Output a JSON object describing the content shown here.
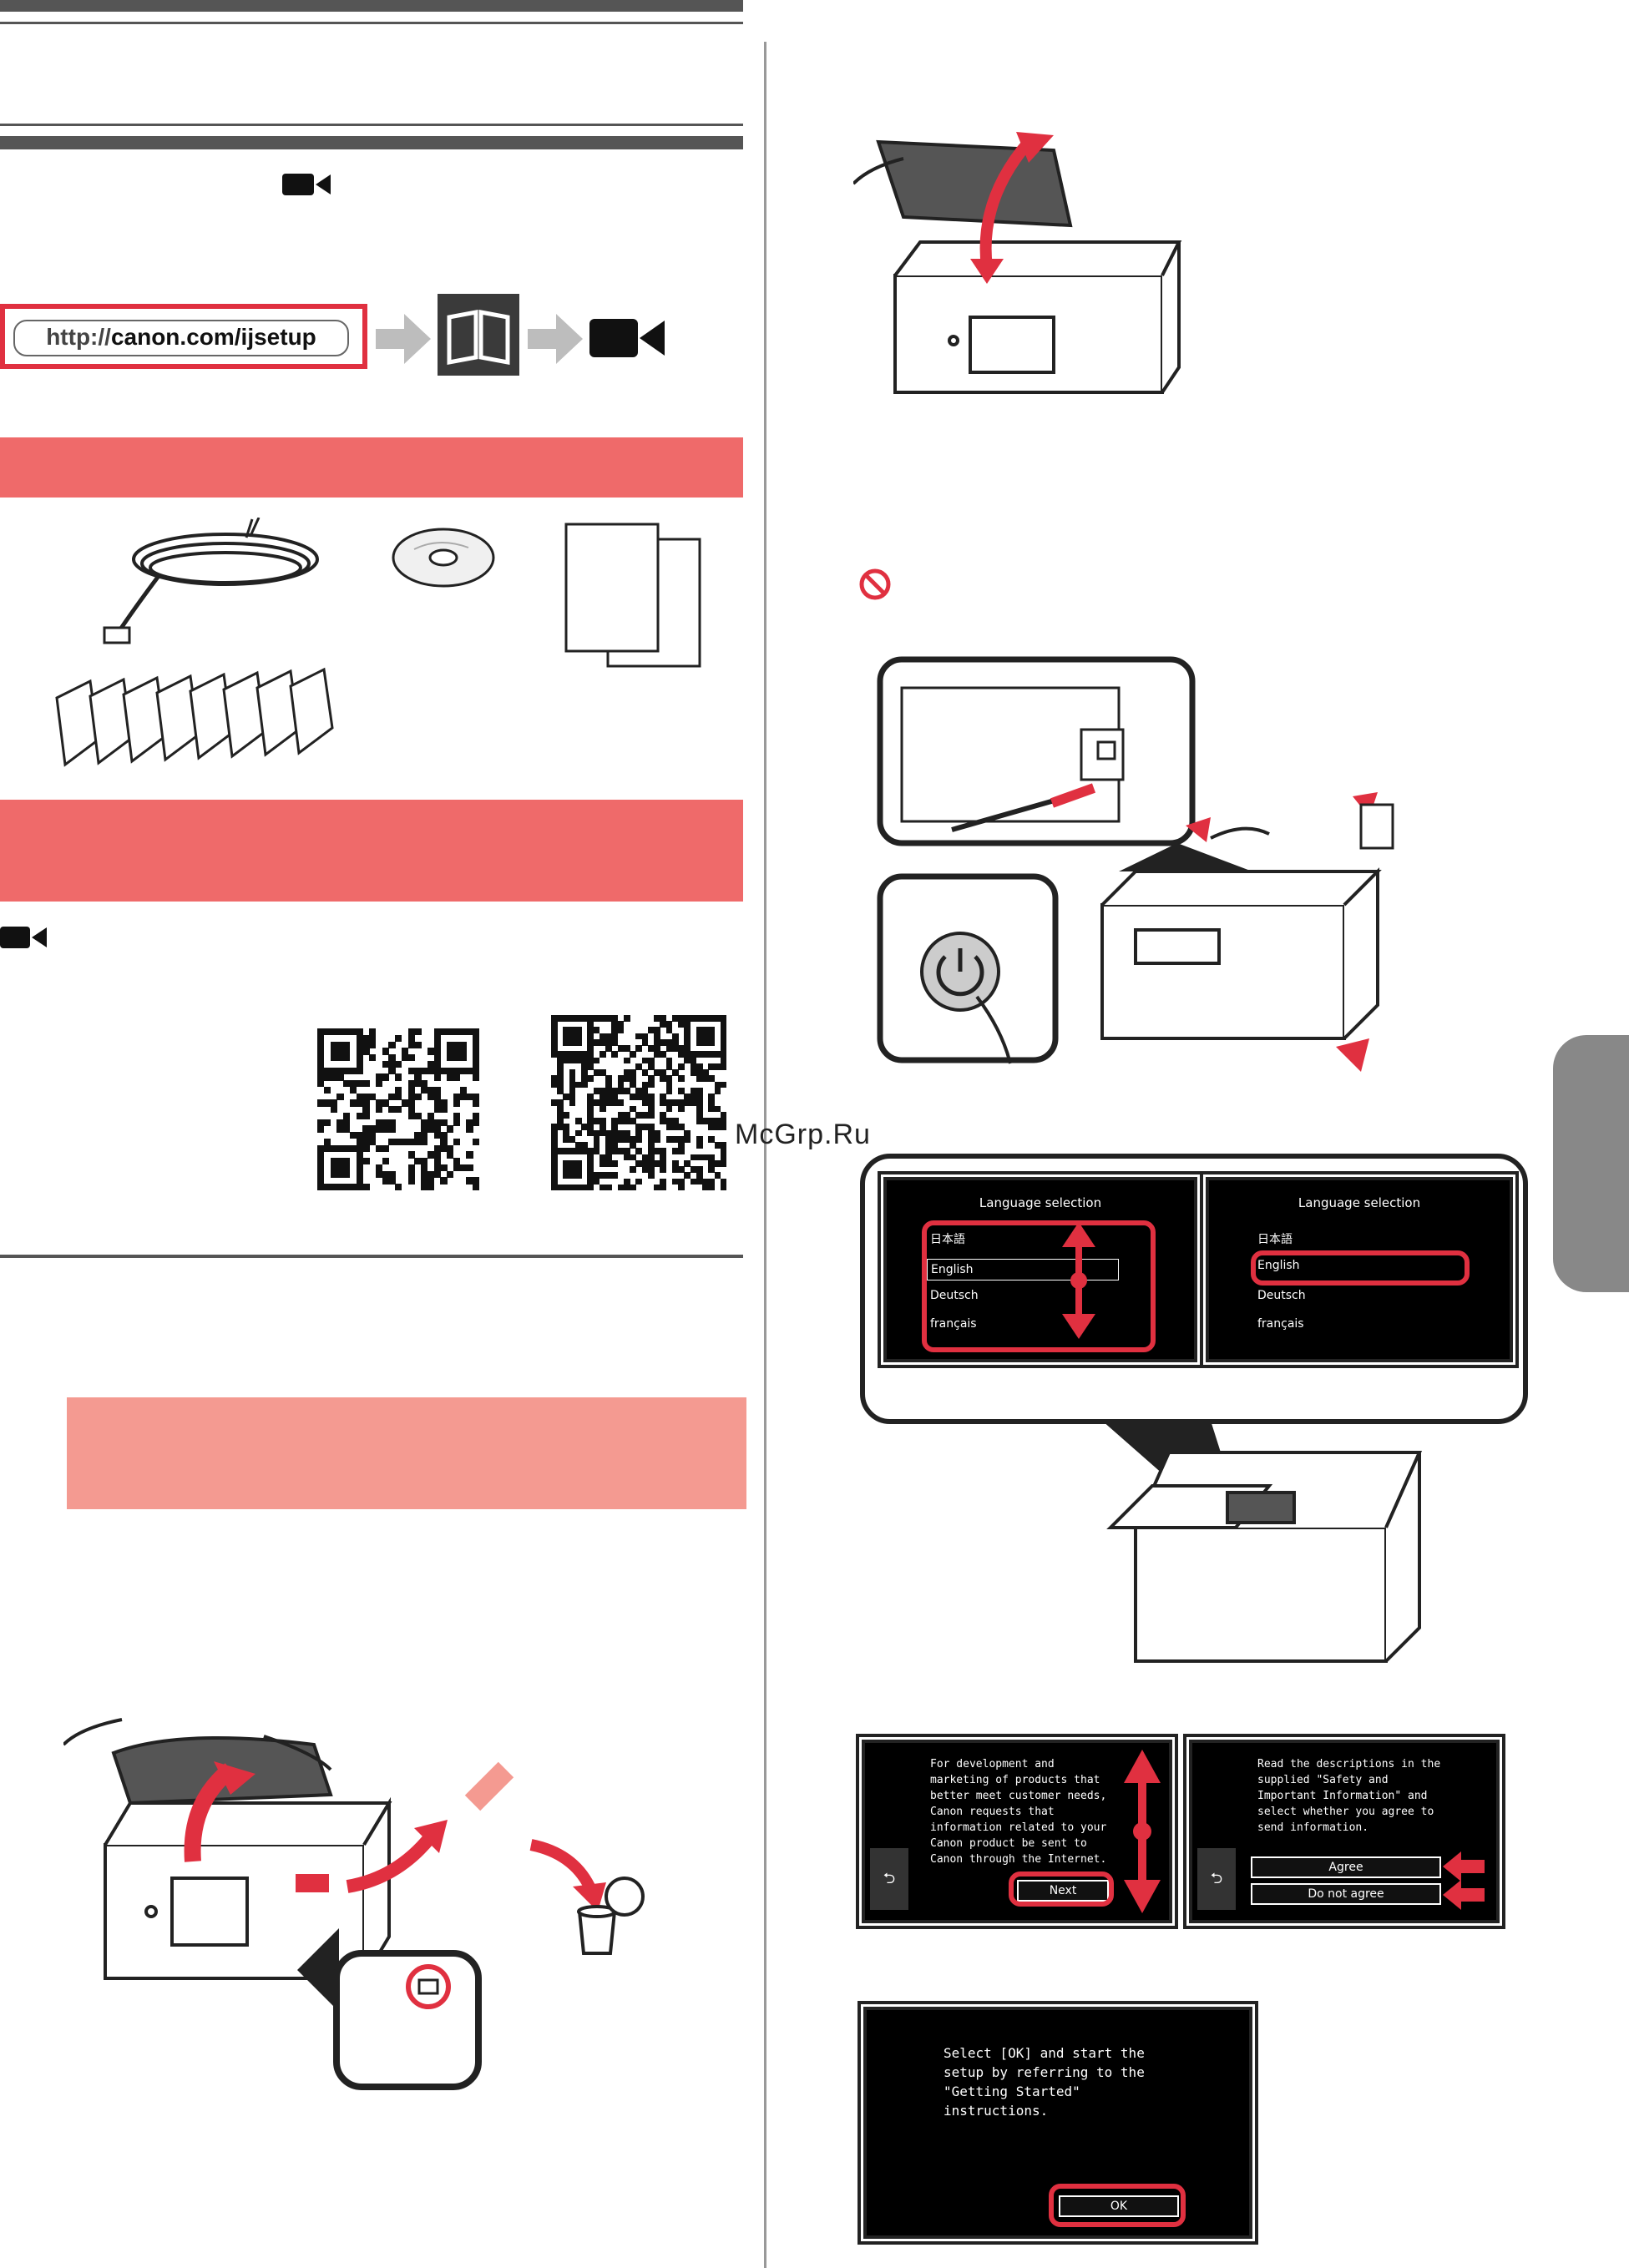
{
  "header": {
    "url_text_prefix": "http://",
    "url_text_domain": "canon.com/ijsetup"
  },
  "watermark": "McGrp.Ru",
  "icons": {
    "video_top": "video-camera-icon",
    "manual_book": "book-icon",
    "video_flow": "video-camera-icon",
    "video_section": "video-camera-icon",
    "prohibited": "prohibited-icon",
    "arrow_right": "arrow-right-icon"
  },
  "lang_screen_left": {
    "title": "Language selection",
    "items": [
      "日本語",
      "English",
      "Deutsch",
      "français"
    ]
  },
  "lang_screen_right": {
    "title": "Language selection",
    "items": [
      "日本語",
      "English",
      "Deutsch",
      "français"
    ]
  },
  "screen_info": {
    "text": "For development and marketing of products that better meet customer needs, Canon requests that information related to your Canon product be sent to Canon through the Internet.",
    "next_label": "Next",
    "back_label": "⮌"
  },
  "screen_agree": {
    "text": "Read the descriptions in the supplied \"Safety and Important Information\" and select whether you agree to send information.",
    "agree_label": "Agree",
    "disagree_label": "Do not agree",
    "back_label": "⮌"
  },
  "screen_ok": {
    "text": "Select [OK] and start the setup by referring to the \"Getting Started\" instructions.",
    "ok_label": "OK"
  },
  "colors": {
    "accent_red": "#e03040",
    "section_pink": "#ef6a6a",
    "note_pink": "#f49a91",
    "rule_gray": "#555555"
  }
}
